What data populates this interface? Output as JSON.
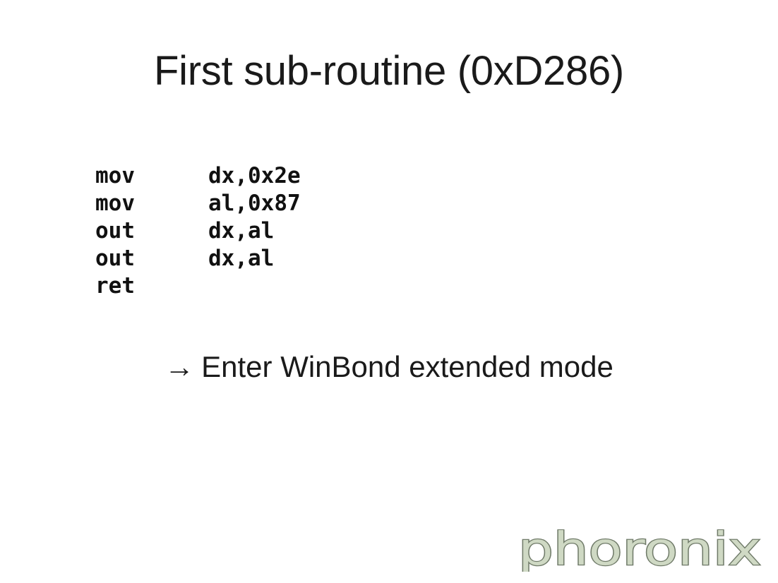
{
  "slide": {
    "title": "First sub-routine (0xD286)",
    "code": [
      {
        "op": "mov",
        "args": "dx,0x2e"
      },
      {
        "op": "mov",
        "args": "al,0x87"
      },
      {
        "op": "out",
        "args": "dx,al"
      },
      {
        "op": "out",
        "args": "dx,al"
      },
      {
        "op": "ret",
        "args": ""
      }
    ],
    "caption_arrow": "→",
    "caption": "Enter WinBond extended mode"
  },
  "logo": {
    "text": "phoronix",
    "fill_color": "#cfd9c4",
    "stroke_color": "#6f7a68"
  }
}
